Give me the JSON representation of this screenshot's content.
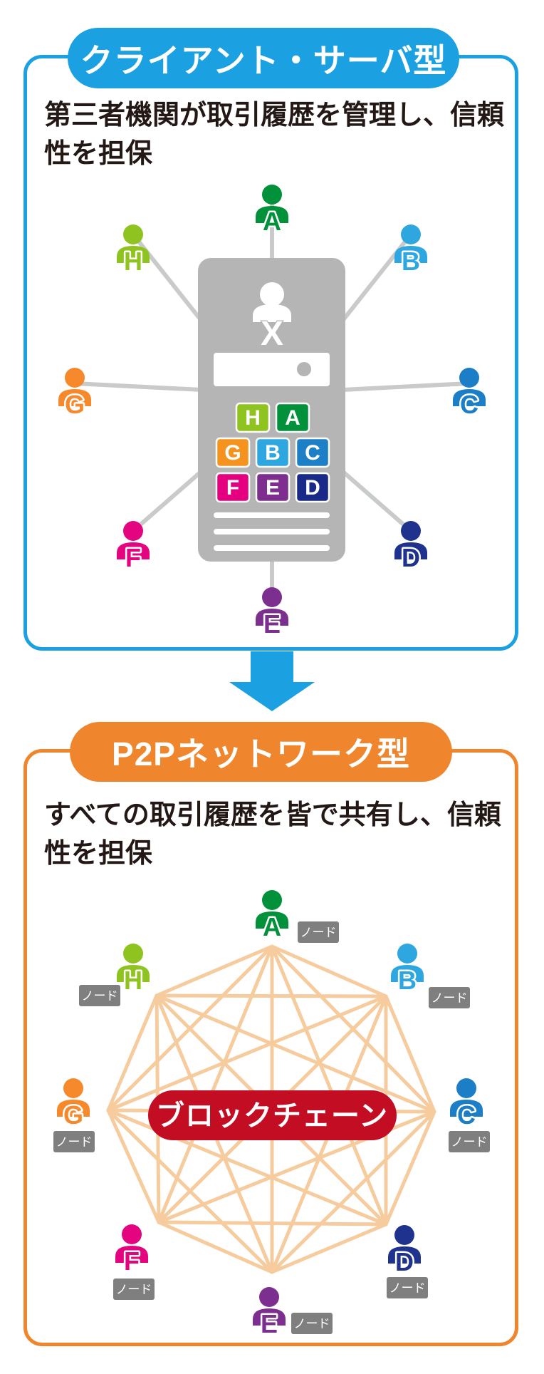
{
  "top_panel": {
    "title": "クライアント・サーバ型",
    "description": "第三者機関が取引履歴を管理し、信頼性を担保",
    "accent_color": "#1BA0E2",
    "server": {
      "label": "X",
      "chips": [
        {
          "letter": "H",
          "color": "#8FC31F"
        },
        {
          "letter": "A",
          "color": "#00913A"
        },
        {
          "letter": "G",
          "color": "#F6921E"
        },
        {
          "letter": "B",
          "color": "#2EA7E0"
        },
        {
          "letter": "C",
          "color": "#1D7FC6"
        },
        {
          "letter": "F",
          "color": "#E4007F"
        },
        {
          "letter": "E",
          "color": "#7D2E8E"
        },
        {
          "letter": "D",
          "color": "#182987"
        }
      ]
    },
    "clients": [
      {
        "letter": "A",
        "color": "#00913A"
      },
      {
        "letter": "B",
        "color": "#2EA7E0"
      },
      {
        "letter": "C",
        "color": "#1B7EC6"
      },
      {
        "letter": "D",
        "color": "#1E328E"
      },
      {
        "letter": "E",
        "color": "#7C2F8E"
      },
      {
        "letter": "F",
        "color": "#E4047F"
      },
      {
        "letter": "G",
        "color": "#F6892C"
      },
      {
        "letter": "H",
        "color": "#8FC31F"
      }
    ]
  },
  "arrow_color": "#1BA0E2",
  "bottom_panel": {
    "title": "P2Pネットワーク型",
    "description": "すべての取引履歴を皆で共有し、信頼性を担保",
    "accent_color": "#EF862D",
    "center_label": "ブロックチェーン",
    "center_color": "#C30D23",
    "node_label": "ノード",
    "nodes": [
      {
        "letter": "A",
        "color": "#00913A"
      },
      {
        "letter": "B",
        "color": "#2EA7E0"
      },
      {
        "letter": "C",
        "color": "#1B7EC6"
      },
      {
        "letter": "D",
        "color": "#1E328E"
      },
      {
        "letter": "E",
        "color": "#7C2F8E"
      },
      {
        "letter": "F",
        "color": "#E4047F"
      },
      {
        "letter": "G",
        "color": "#F6892C"
      },
      {
        "letter": "H",
        "color": "#8FC31F"
      }
    ]
  }
}
